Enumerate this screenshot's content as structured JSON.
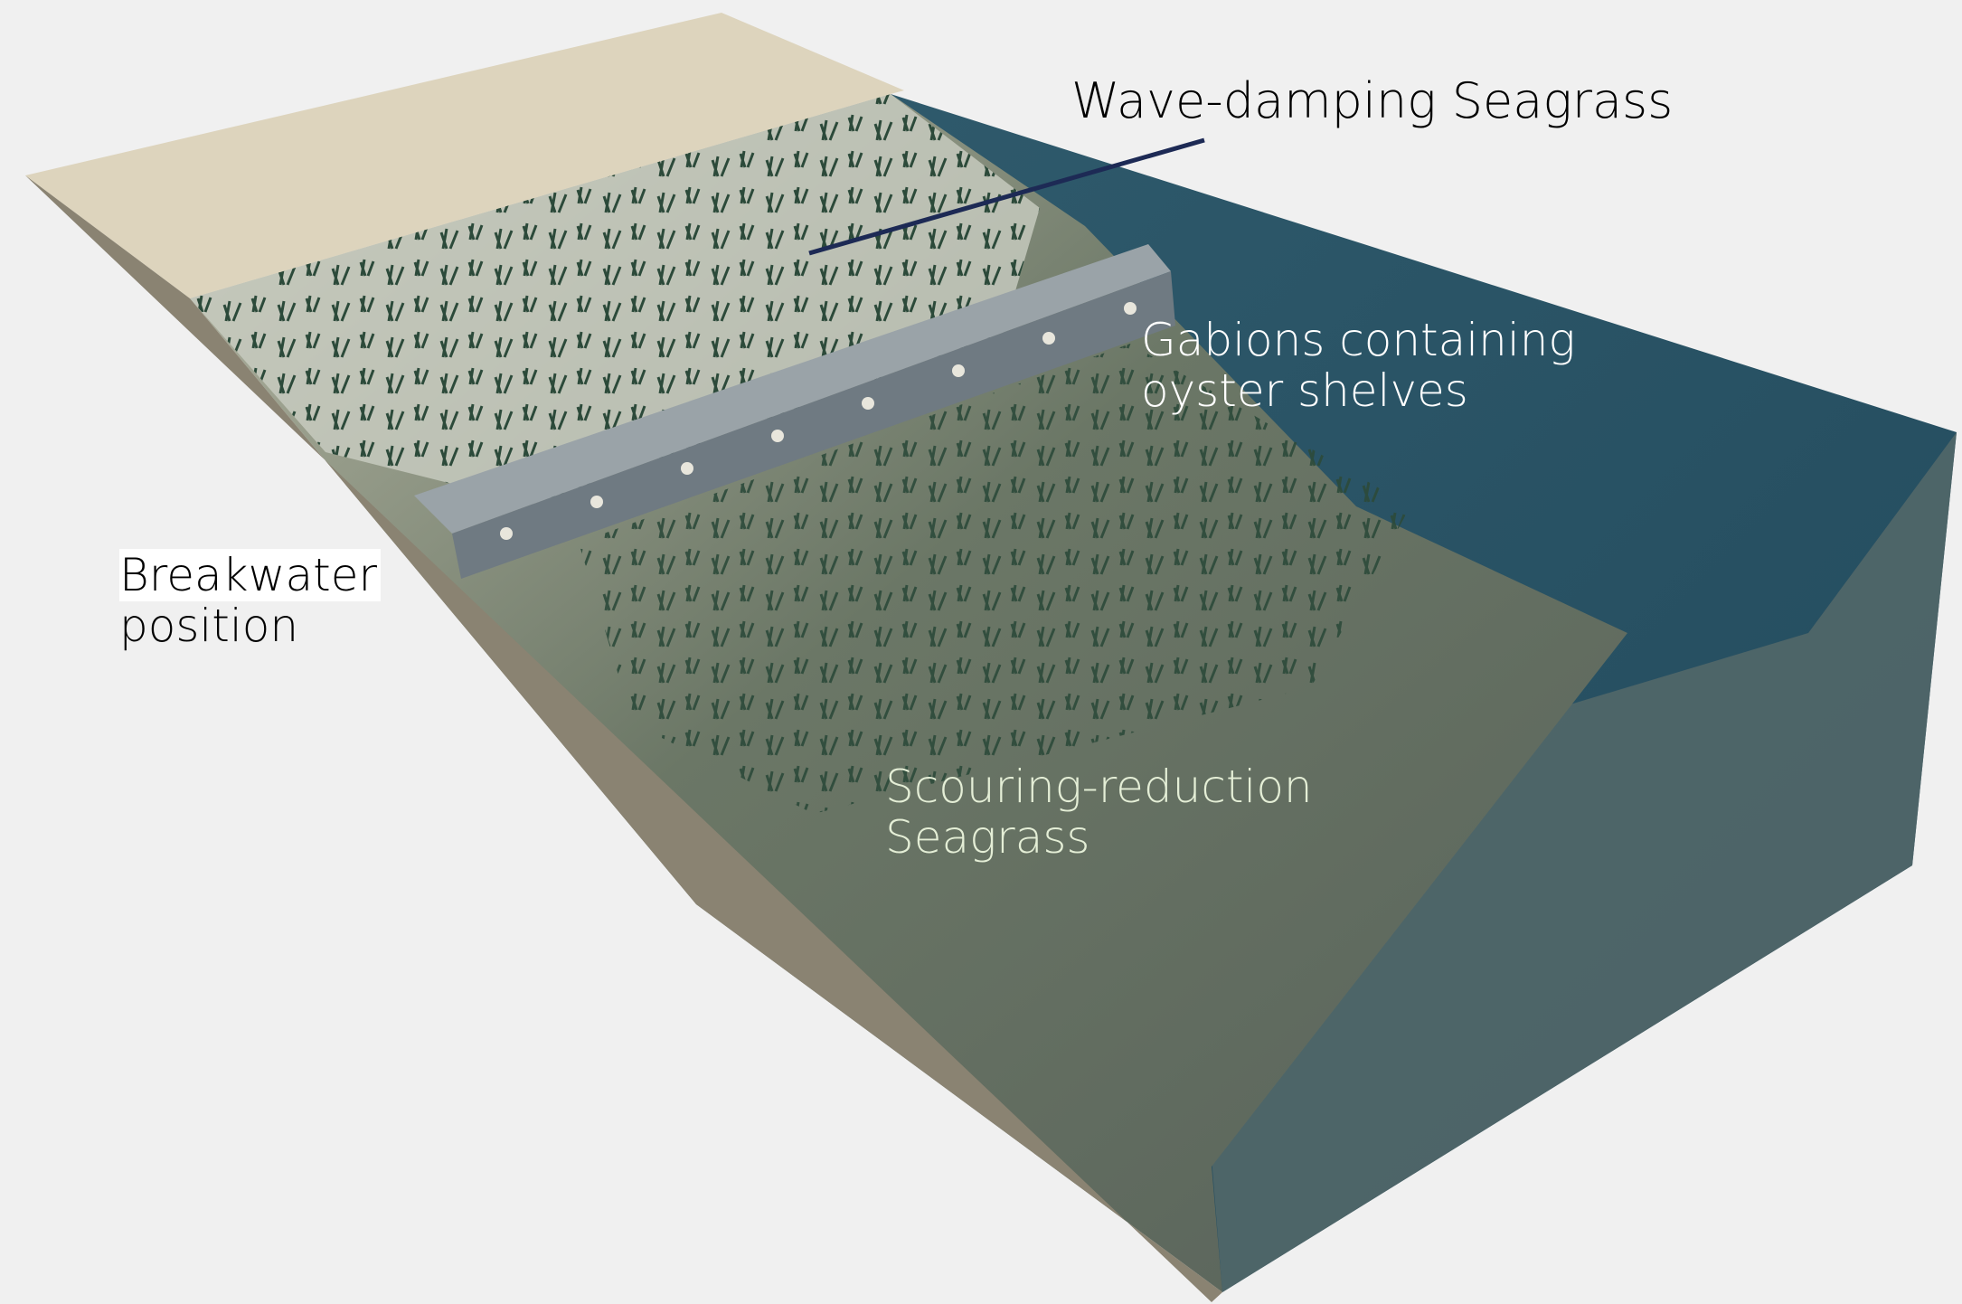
{
  "labels": {
    "wave_damping": "Wave-damping Seagrass",
    "gabions_line1": "Gabions containing",
    "gabions_line2": "oyster shelves",
    "breakwater_line1": "Breakwater",
    "breakwater_line2": "position",
    "scouring_line1": "Scouring-reduction",
    "scouring_line2": "Seagrass"
  },
  "colors": {
    "background": "#eeeeee",
    "sand": "#ddd4bd",
    "water": "#2b5567",
    "rock": "#8a8372",
    "seabed": "#6f7766",
    "leader_line": "#1d2a55"
  }
}
